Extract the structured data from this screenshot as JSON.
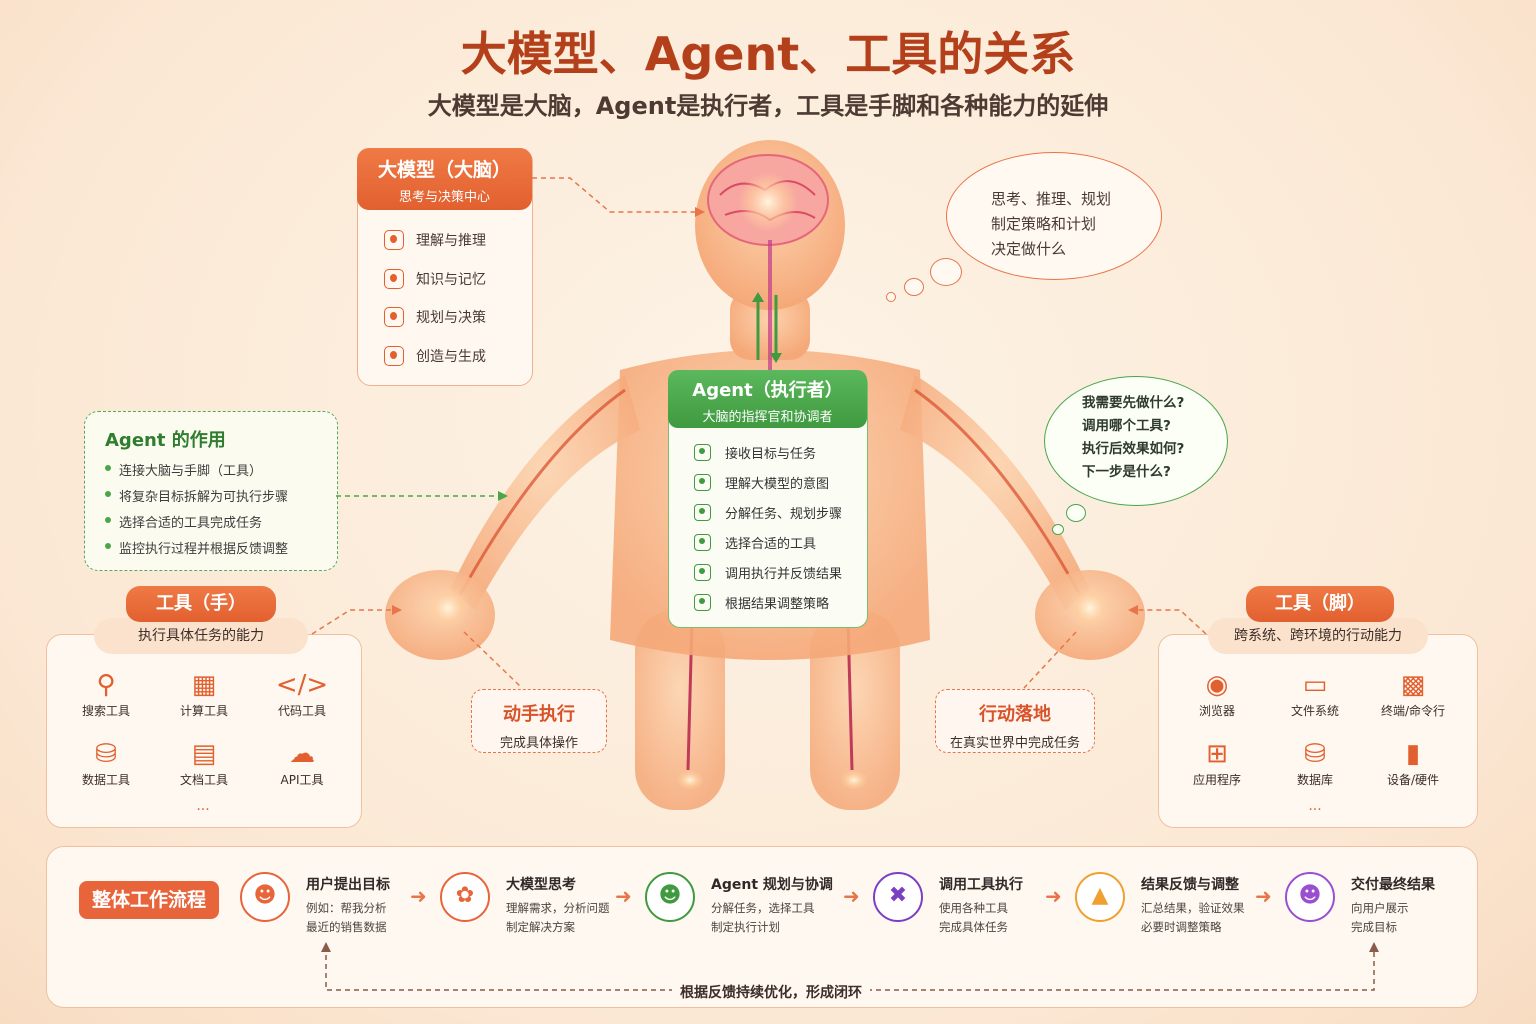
{
  "title": "大模型、Agent、工具的关系",
  "subtitle": "大模型是大脑，Agent是执行者，工具是手脚和各种能力的延伸",
  "brain": {
    "title": "大模型（大脑）",
    "sub": "思考与决策中心",
    "items": [
      "理解与推理",
      "知识与记忆",
      "规划与决策",
      "创造与生成"
    ]
  },
  "thought": [
    "思考、推理、规划",
    "制定策略和计划",
    "决定做什么"
  ],
  "agent_thought": [
    "我需要先做什么?",
    "调用哪个工具?",
    "执行后效果如何?",
    "下一步是什么?"
  ],
  "role": {
    "title": "Agent 的作用",
    "items": [
      "连接大脑与手脚（工具）",
      "将复杂目标拆解为可执行步骤",
      "选择合适的工具完成任务",
      "监控执行过程并根据反馈调整"
    ]
  },
  "agent": {
    "title": "Agent（执行者）",
    "sub": "大脑的指挥官和协调者",
    "items": [
      "接收目标与任务",
      "理解大模型的意图",
      "分解任务、规划步骤",
      "选择合适的工具",
      "调用执行并反馈结果",
      "根据结果调整策略"
    ]
  },
  "hand": {
    "title": "工具（手）",
    "sub": "执行具体任务的能力",
    "tools": [
      {
        "label": "搜索工具",
        "icon": "search-icon"
      },
      {
        "label": "计算工具",
        "icon": "calculator-icon"
      },
      {
        "label": "代码工具",
        "icon": "code-icon"
      },
      {
        "label": "数据工具",
        "icon": "database-icon"
      },
      {
        "label": "文档工具",
        "icon": "document-icon"
      },
      {
        "label": "API工具",
        "icon": "cloud-api-icon"
      }
    ],
    "more": "..."
  },
  "foot": {
    "title": "工具（脚）",
    "sub": "跨系统、跨环境的行动能力",
    "tools": [
      {
        "label": "浏览器",
        "icon": "globe-icon"
      },
      {
        "label": "文件系统",
        "icon": "folder-icon"
      },
      {
        "label": "终端/命令行",
        "icon": "terminal-icon"
      },
      {
        "label": "应用程序",
        "icon": "apps-icon"
      },
      {
        "label": "数据库",
        "icon": "database-icon"
      },
      {
        "label": "设备/硬件",
        "icon": "device-icon"
      }
    ],
    "more": "..."
  },
  "act_hand": {
    "title": "动手执行",
    "sub": "完成具体操作"
  },
  "act_foot": {
    "title": "行动落地",
    "sub": "在真实世界中完成任务"
  },
  "flow": {
    "title": "整体工作流程",
    "steps": [
      {
        "title": "用户提出目标",
        "l1": "例如：帮我分析",
        "l2": "最近的销售数据",
        "color": "#e8643a",
        "icon": "user-icon"
      },
      {
        "title": "大模型思考",
        "l1": "理解需求，分析问题",
        "l2": "制定解决方案",
        "color": "#e8643a",
        "icon": "brain-icon"
      },
      {
        "title": "Agent 规划与协调",
        "l1": "分解任务，选择工具",
        "l2": "制定执行计划",
        "color": "#3f9a40",
        "icon": "agent-icon"
      },
      {
        "title": "调用工具执行",
        "l1": "使用各种工具",
        "l2": "完成具体任务",
        "color": "#7b3fc4",
        "icon": "tools-icon"
      },
      {
        "title": "结果反馈与调整",
        "l1": "汇总结果，验证效果",
        "l2": "必要时调整策略",
        "color": "#f0a030",
        "icon": "chart-icon"
      },
      {
        "title": "交付最终结果",
        "l1": "向用户展示",
        "l2": "完成目标",
        "color": "#9a4fd0",
        "icon": "user-icon"
      }
    ],
    "loop": "根据反馈持续优化，形成闭环"
  }
}
